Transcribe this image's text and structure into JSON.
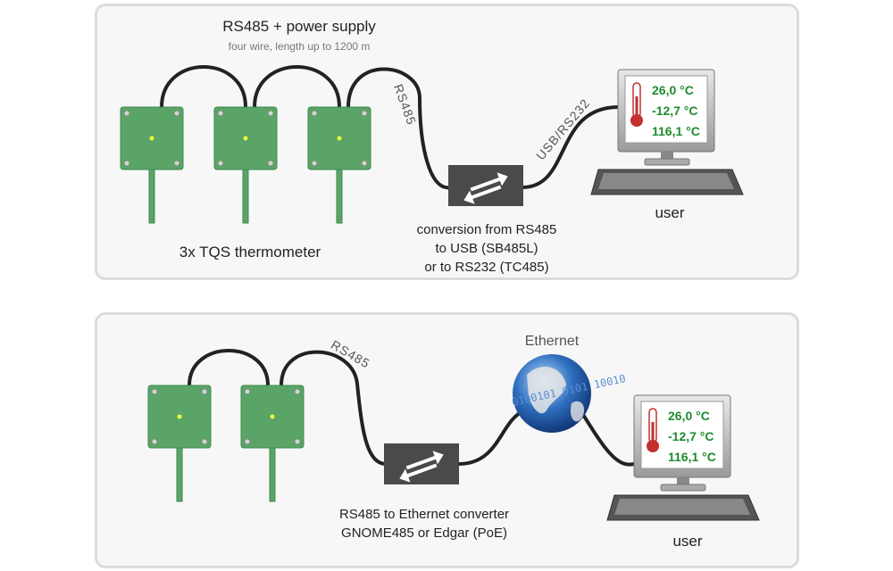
{
  "top": {
    "title": "RS485 + power supply",
    "subtitle": "four wire, length up to 1200 m",
    "rs485_label": "RS485",
    "usb_label": "USB/RS232",
    "sensors_label": "3x TQS thermometer",
    "converter_label": [
      "conversion from RS485",
      "to USB (SB485L)",
      "or to RS232 (TC485)"
    ],
    "user_label": "user",
    "readings": [
      "26,0 °C",
      "-12,7 °C",
      "116,1 °C"
    ]
  },
  "bottom": {
    "rs485_label": "RS485",
    "ethernet_label": "Ethernet",
    "converter_label": [
      "RS485 to Ethernet converter",
      "GNOME485 or Edgar (PoE)"
    ],
    "user_label": "user",
    "readings": [
      "26,0 °C",
      "-12,7 °C",
      "116,1 °C"
    ],
    "binary_text": "0100101 0101 10010"
  },
  "colors": {
    "sensor": "#5aa467",
    "sensor_border": "#3f8a4c",
    "converter": "#4a4a4a",
    "reading": "#1e8c2e",
    "globe": "#2f6fbf"
  }
}
